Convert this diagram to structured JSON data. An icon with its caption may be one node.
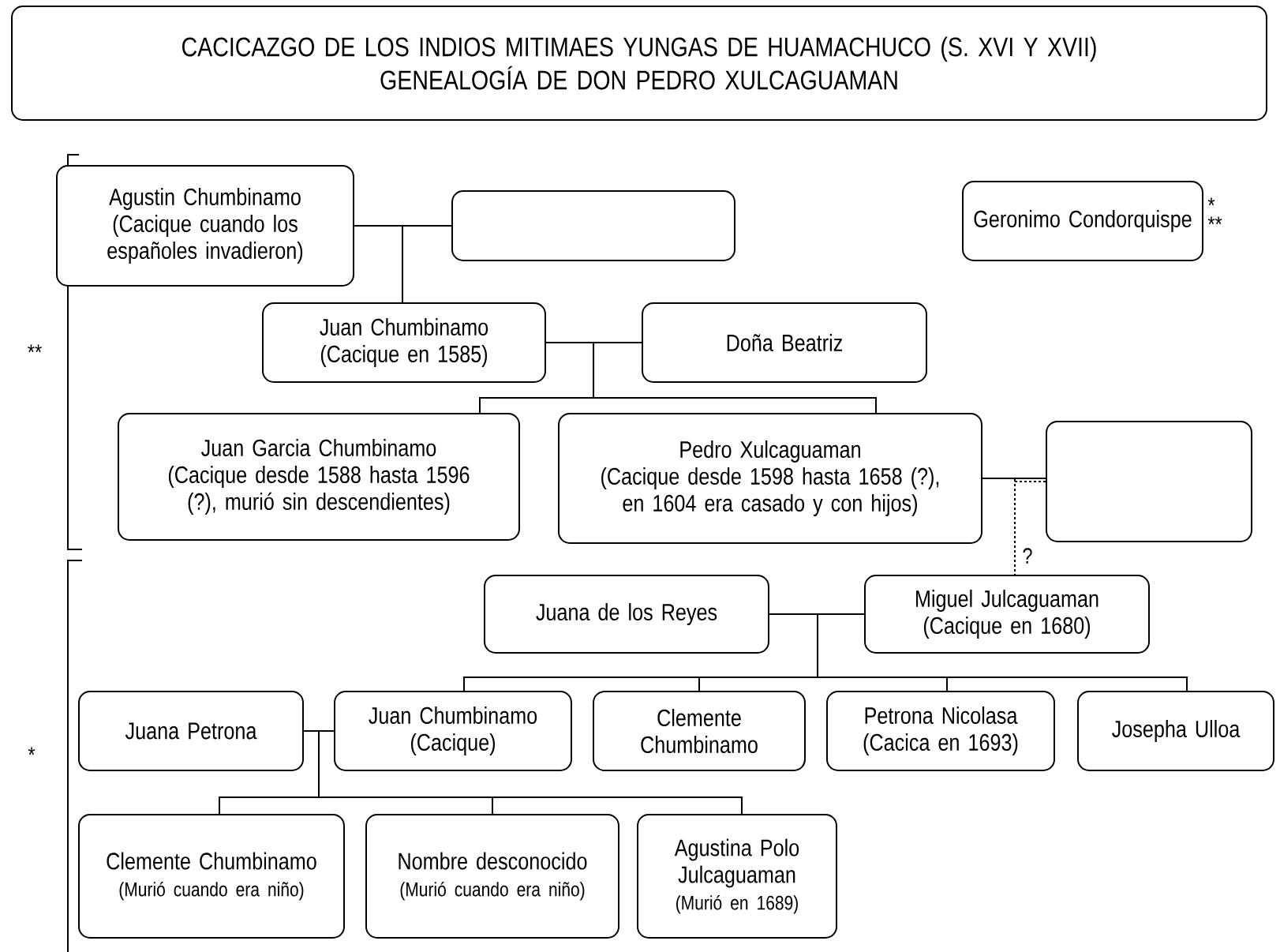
{
  "diagram": {
    "nodes": [
      {
        "text": [
          "CACICAZGO DE LOS INDIOS MITIMAES YUNGAS DE HUAMACHUCO (S. XVI Y XVII)",
          "GENEALOGÍA DE DON PEDRO XULCAGUAMAN"
        ]
      },
      {
        "text": [
          "Agustin Chumbinamo",
          "(Cacique cuando los españoles invadieron)"
        ]
      },
      {
        "text": [],
        "shape": "box"
      },
      {
        "text": [
          "Geronimo Condorquispe"
        ],
        "beside": [
          "*",
          "**"
        ]
      },
      {
        "text": [
          "Juan Chumbinamo",
          "(Cacique en 1585)"
        ]
      },
      {
        "text": [
          "Doña Beatriz"
        ]
      },
      {
        "text": [
          "Juan Garcia Chumbinamo",
          "(Cacique desde 1588 hasta 1596 (?), murió sin descendientes)"
        ]
      },
      {
        "text": [
          "Pedro Xulcaguaman",
          "(Cacique desde 1598 hasta 1658 (?), en 1604 era casado y con hijos)"
        ]
      },
      {
        "text": [],
        "shape": "box"
      },
      {
        "text": [
          "Juana de los Reyes"
        ]
      },
      {
        "text": [
          "Miguel Julcaguaman",
          "(Cacique en 1680)"
        ]
      },
      {
        "text": [
          "Juana Petrona"
        ]
      },
      {
        "text": [
          "Juan Chumbinamo",
          "(Cacique)"
        ]
      },
      {
        "text": [
          "Clemente Chumbinamo"
        ]
      },
      {
        "text": [
          "Petrona Nicolasa",
          "(Cacica en 1693)"
        ]
      },
      {
        "text": [
          "Josepha Ulloa"
        ]
      },
      {
        "text": [
          "Clemente Chumbinamo",
          "(Murió cuando era niño)"
        ]
      },
      {
        "text": [
          "Nombre desconocido",
          "(Murió cuando era niño)"
        ]
      },
      {
        "text": [
          "Agustina Polo Julcaguaman",
          "(Murió en 1689)"
        ]
      }
    ],
    "edges": [
      {
        "from": 1,
        "to": 2,
        "arrow": "none"
      },
      {
        "from": 1,
        "to": 4,
        "arrow": "none"
      },
      {
        "from": 2,
        "to": 4,
        "arrow": "none"
      },
      {
        "from": 4,
        "to": 5,
        "arrow": "none"
      },
      {
        "from": 4,
        "to": 6,
        "arrow": "none"
      },
      {
        "from": 5,
        "to": 6,
        "arrow": "none"
      },
      {
        "from": 4,
        "to": 7,
        "arrow": "none"
      },
      {
        "from": 5,
        "to": 7,
        "arrow": "none"
      },
      {
        "from": 7,
        "to": 8,
        "arrow": "none"
      },
      {
        "from": 7,
        "to": 10,
        "arrow": "none",
        "style": "dashed",
        "label": "?"
      },
      {
        "from": 8,
        "to": 10,
        "arrow": "none",
        "style": "dashed"
      },
      {
        "from": 9,
        "to": 10,
        "arrow": "none"
      },
      {
        "from": 9,
        "to": 12,
        "arrow": "none"
      },
      {
        "from": 10,
        "to": 12,
        "arrow": "none"
      },
      {
        "from": 9,
        "to": 13,
        "arrow": "none"
      },
      {
        "from": 10,
        "to": 13,
        "arrow": "none"
      },
      {
        "from": 9,
        "to": 14,
        "arrow": "none"
      },
      {
        "from": 10,
        "to": 14,
        "arrow": "none"
      },
      {
        "from": 9,
        "to": 15,
        "arrow": "none"
      },
      {
        "from": 10,
        "to": 15,
        "arrow": "none"
      },
      {
        "from": 11,
        "to": 12,
        "arrow": "none"
      },
      {
        "from": 11,
        "to": 16,
        "arrow": "none"
      },
      {
        "from": 12,
        "to": 16,
        "arrow": "none"
      },
      {
        "from": 11,
        "to": 17,
        "arrow": "none"
      },
      {
        "from": 12,
        "to": 17,
        "arrow": "none"
      },
      {
        "from": 11,
        "to": 18,
        "arrow": "none"
      },
      {
        "from": 12,
        "to": 18,
        "arrow": "none"
      }
    ],
    "labels": [
      "**",
      "*"
    ]
  }
}
